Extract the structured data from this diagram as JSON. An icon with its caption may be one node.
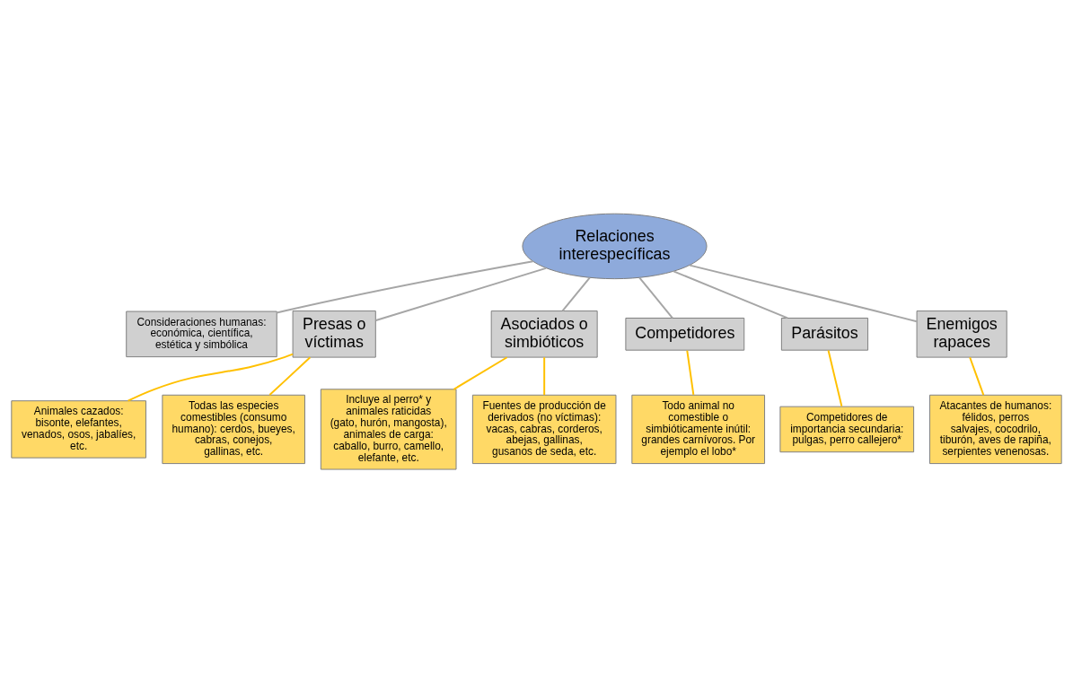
{
  "diagram": {
    "nodes": [
      {
        "text": [
          "Relaciones interespecíficas"
        ]
      },
      {
        "text": [
          "Consideraciones humanas: económica, científica, estética y simbólica"
        ]
      },
      {
        "text": [
          "Presas o víctimas"
        ]
      },
      {
        "text": [
          "Asociados o simbióticos"
        ]
      },
      {
        "text": [
          "Competidores"
        ]
      },
      {
        "text": [
          "Parásitos"
        ]
      },
      {
        "text": [
          "Enemigos rapaces"
        ]
      },
      {
        "text": [
          "Animales cazados: bisonte, elefantes, venados, osos, jabalíes, etc."
        ]
      },
      {
        "text": [
          "Todas las especies comestibles (consumo humano): cerdos, bueyes, cabras, conejos, gallinas, etc."
        ]
      },
      {
        "text": [
          "Incluye al perro* y animales raticidas (gato, hurón, mangosta), animales de carga: caballo, burro, camello, elefante, etc."
        ]
      },
      {
        "text": [
          "Fuentes de producción de derivados (no víctimas): vacas, cabras, corderos, abejas, gallinas, gusanos de seda, etc."
        ]
      },
      {
        "text": [
          "Todo animal no comestible o simbióticamente inútil: grandes carnívoros. Por ejemplo el lobo*"
        ]
      },
      {
        "text": [
          "Competidores de importancia secundaria: pulgas, perro callejero*"
        ]
      },
      {
        "text": [
          "Atacantes de humanos: félidos, perros salvajes, cocodrilo, tiburón, aves de rapiña, serpientes venenosas."
        ]
      }
    ],
    "edges": [
      {
        "from": 0,
        "to": 1,
        "arrow": "none",
        "color": "#a6a6a6"
      },
      {
        "from": 0,
        "to": 2,
        "arrow": "none",
        "color": "#a6a6a6"
      },
      {
        "from": 0,
        "to": 3,
        "arrow": "none",
        "color": "#a6a6a6"
      },
      {
        "from": 0,
        "to": 4,
        "arrow": "none",
        "color": "#a6a6a6"
      },
      {
        "from": 0,
        "to": 5,
        "arrow": "none",
        "color": "#a6a6a6"
      },
      {
        "from": 0,
        "to": 6,
        "arrow": "none",
        "color": "#a6a6a6"
      },
      {
        "from": 2,
        "to": 7,
        "arrow": "none"
      },
      {
        "from": 2,
        "to": 8,
        "arrow": "none"
      },
      {
        "from": 3,
        "to": 9,
        "arrow": "none"
      },
      {
        "from": 3,
        "to": 10,
        "arrow": "none"
      },
      {
        "from": 4,
        "to": 11,
        "arrow": "none"
      },
      {
        "from": 5,
        "to": 12,
        "arrow": "none"
      },
      {
        "from": 6,
        "to": 13,
        "arrow": "none"
      }
    ]
  }
}
